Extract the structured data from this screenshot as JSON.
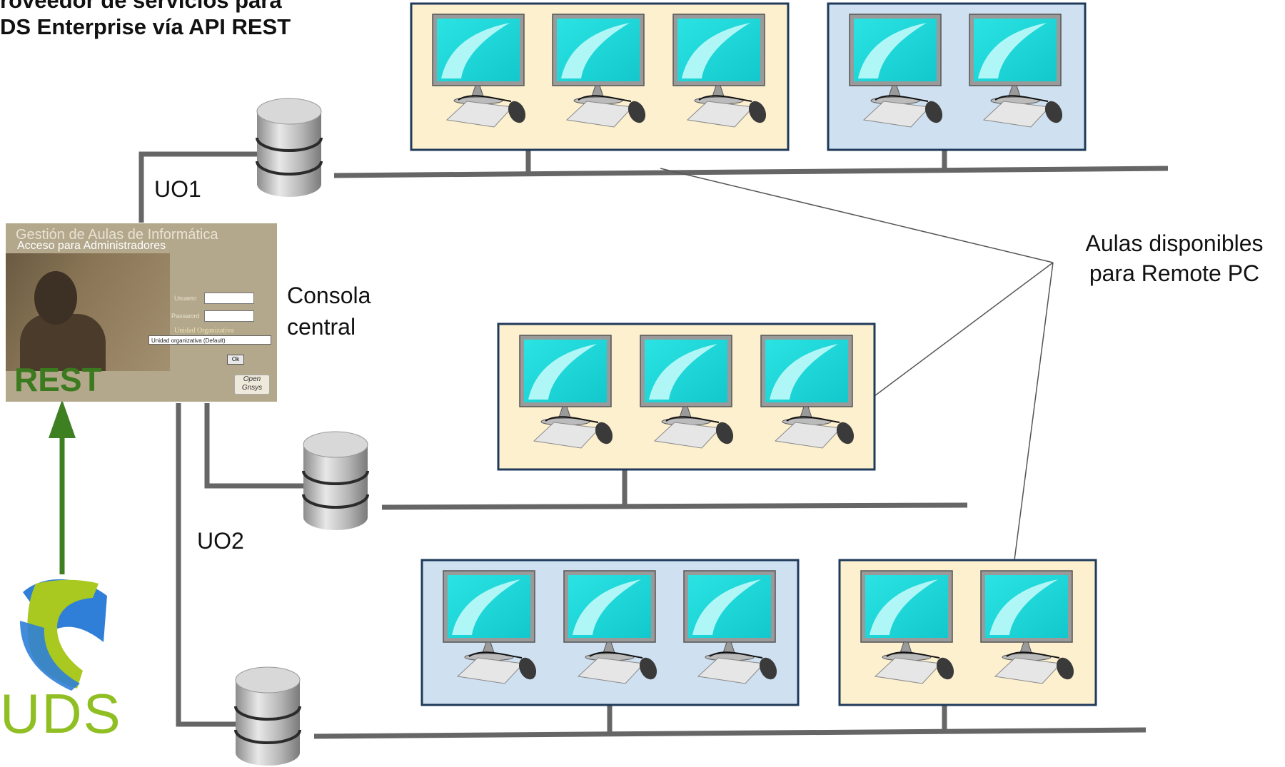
{
  "title_lines": [
    "roveedor de servicios para",
    "DS Enterprise vía API REST"
  ],
  "labels": {
    "uo1": "UO1",
    "uo2": "UO2",
    "console_line1": "Consola",
    "console_line2": "central",
    "aulas_line1": "Aulas disponibles",
    "aulas_line2": "para Remote PC"
  },
  "console": {
    "title": "Gestión de Aulas de Informática",
    "subtitle": "Acceso para Administradores",
    "user_label": "Usuario",
    "password_label": "Password",
    "org_label": "Unidad Organizativa",
    "org_select": "Unidad organizativa (Default)",
    "ok_label": "Ok",
    "rest_label": "REST",
    "logo_text": "Open Gnsys"
  },
  "uds_logo_text": "UDS",
  "colors": {
    "room_yellow": "#fdf0cf",
    "room_blue": "#cfe0f1",
    "room_border": "#1f3a5a",
    "network_line": "#666666",
    "arrow_green": "#3e7f22",
    "screen_cyan": "#1fd6d6",
    "uds_green": "#8fbf23",
    "uds_blue": "#2f7fd8"
  },
  "rooms": [
    {
      "name": "room-uo1-a",
      "color": "yellow",
      "pcs": 3
    },
    {
      "name": "room-uo1-b",
      "color": "blue",
      "pcs": 2
    },
    {
      "name": "room-uo2",
      "color": "yellow",
      "pcs": 3
    },
    {
      "name": "room-uo3-a",
      "color": "blue",
      "pcs": 3
    },
    {
      "name": "room-uo3-b",
      "color": "yellow",
      "pcs": 2
    }
  ]
}
